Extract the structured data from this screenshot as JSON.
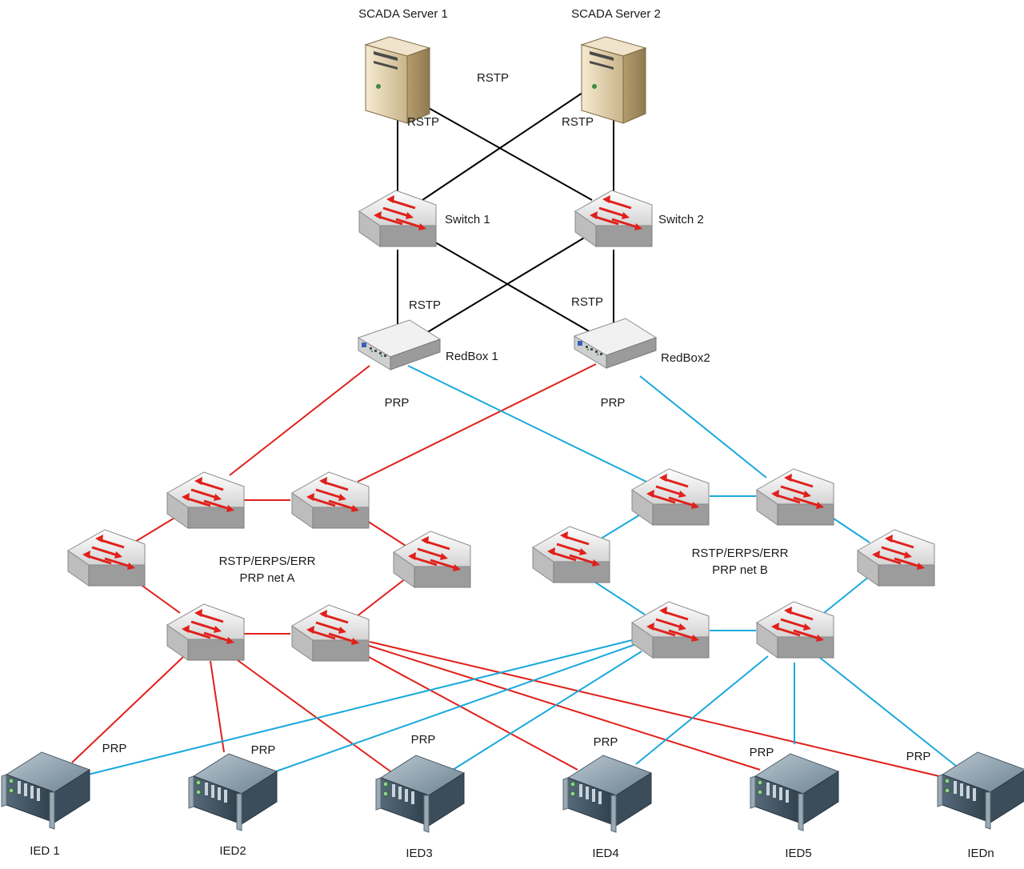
{
  "servers": [
    {
      "label": "SCADA Server 1"
    },
    {
      "label": "SCADA Server 2"
    }
  ],
  "switches": [
    {
      "label": "Switch 1"
    },
    {
      "label": "Switch 2"
    }
  ],
  "redboxes": [
    {
      "label": "RedBox 1"
    },
    {
      "label": "RedBox2"
    }
  ],
  "protocols": {
    "rstp_top": "RSTP",
    "rstp_server1": "RSTP",
    "rstp_server2": "RSTP",
    "rstp_redbox1": "RSTP",
    "rstp_redbox2": "RSTP",
    "prp_redbox1": "PRP",
    "prp_redbox2": "PRP"
  },
  "networks": {
    "a_line1": "RSTP/ERPS/ERR",
    "a_line2": "PRP net A",
    "b_line1": "RSTP/ERPS/ERR",
    "b_line2": "PRP net B"
  },
  "ieds": [
    {
      "label": "IED 1",
      "protocol": "PRP"
    },
    {
      "label": "IED2",
      "protocol": "PRP"
    },
    {
      "label": "IED3",
      "protocol": "PRP"
    },
    {
      "label": "IED4",
      "protocol": "PRP"
    },
    {
      "label": "IED5",
      "protocol": "PRP"
    },
    {
      "label": "IEDn",
      "protocol": "PRP"
    }
  ],
  "colors": {
    "rstp_link": "#000000",
    "prp_net_a": "#e0201b",
    "prp_net_b": "#1ba9dc"
  }
}
